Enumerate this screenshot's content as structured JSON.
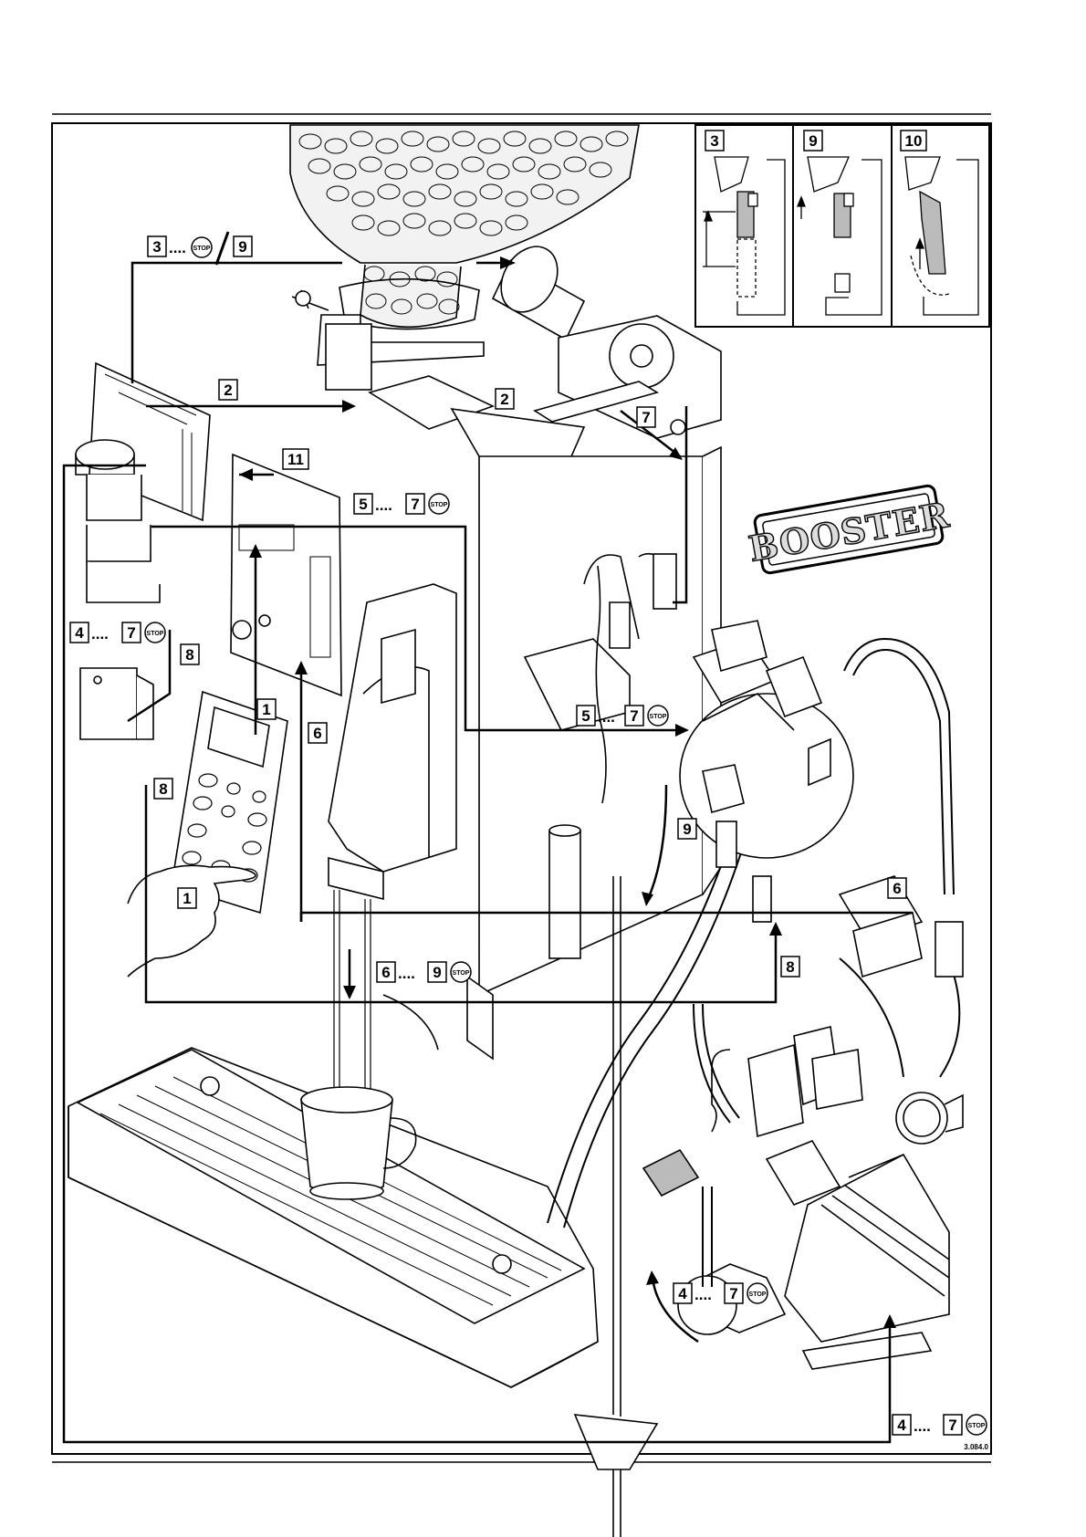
{
  "labels": {
    "n1": "1",
    "n2": "2",
    "n3": "3",
    "n4": "4",
    "n5": "5",
    "n6": "6",
    "n7": "7",
    "n8": "8",
    "n9": "9",
    "n10": "10",
    "n11": "11",
    "dots": "....",
    "stop": "STOP"
  },
  "brand": "BOOSTER",
  "reference": "3.084.0"
}
